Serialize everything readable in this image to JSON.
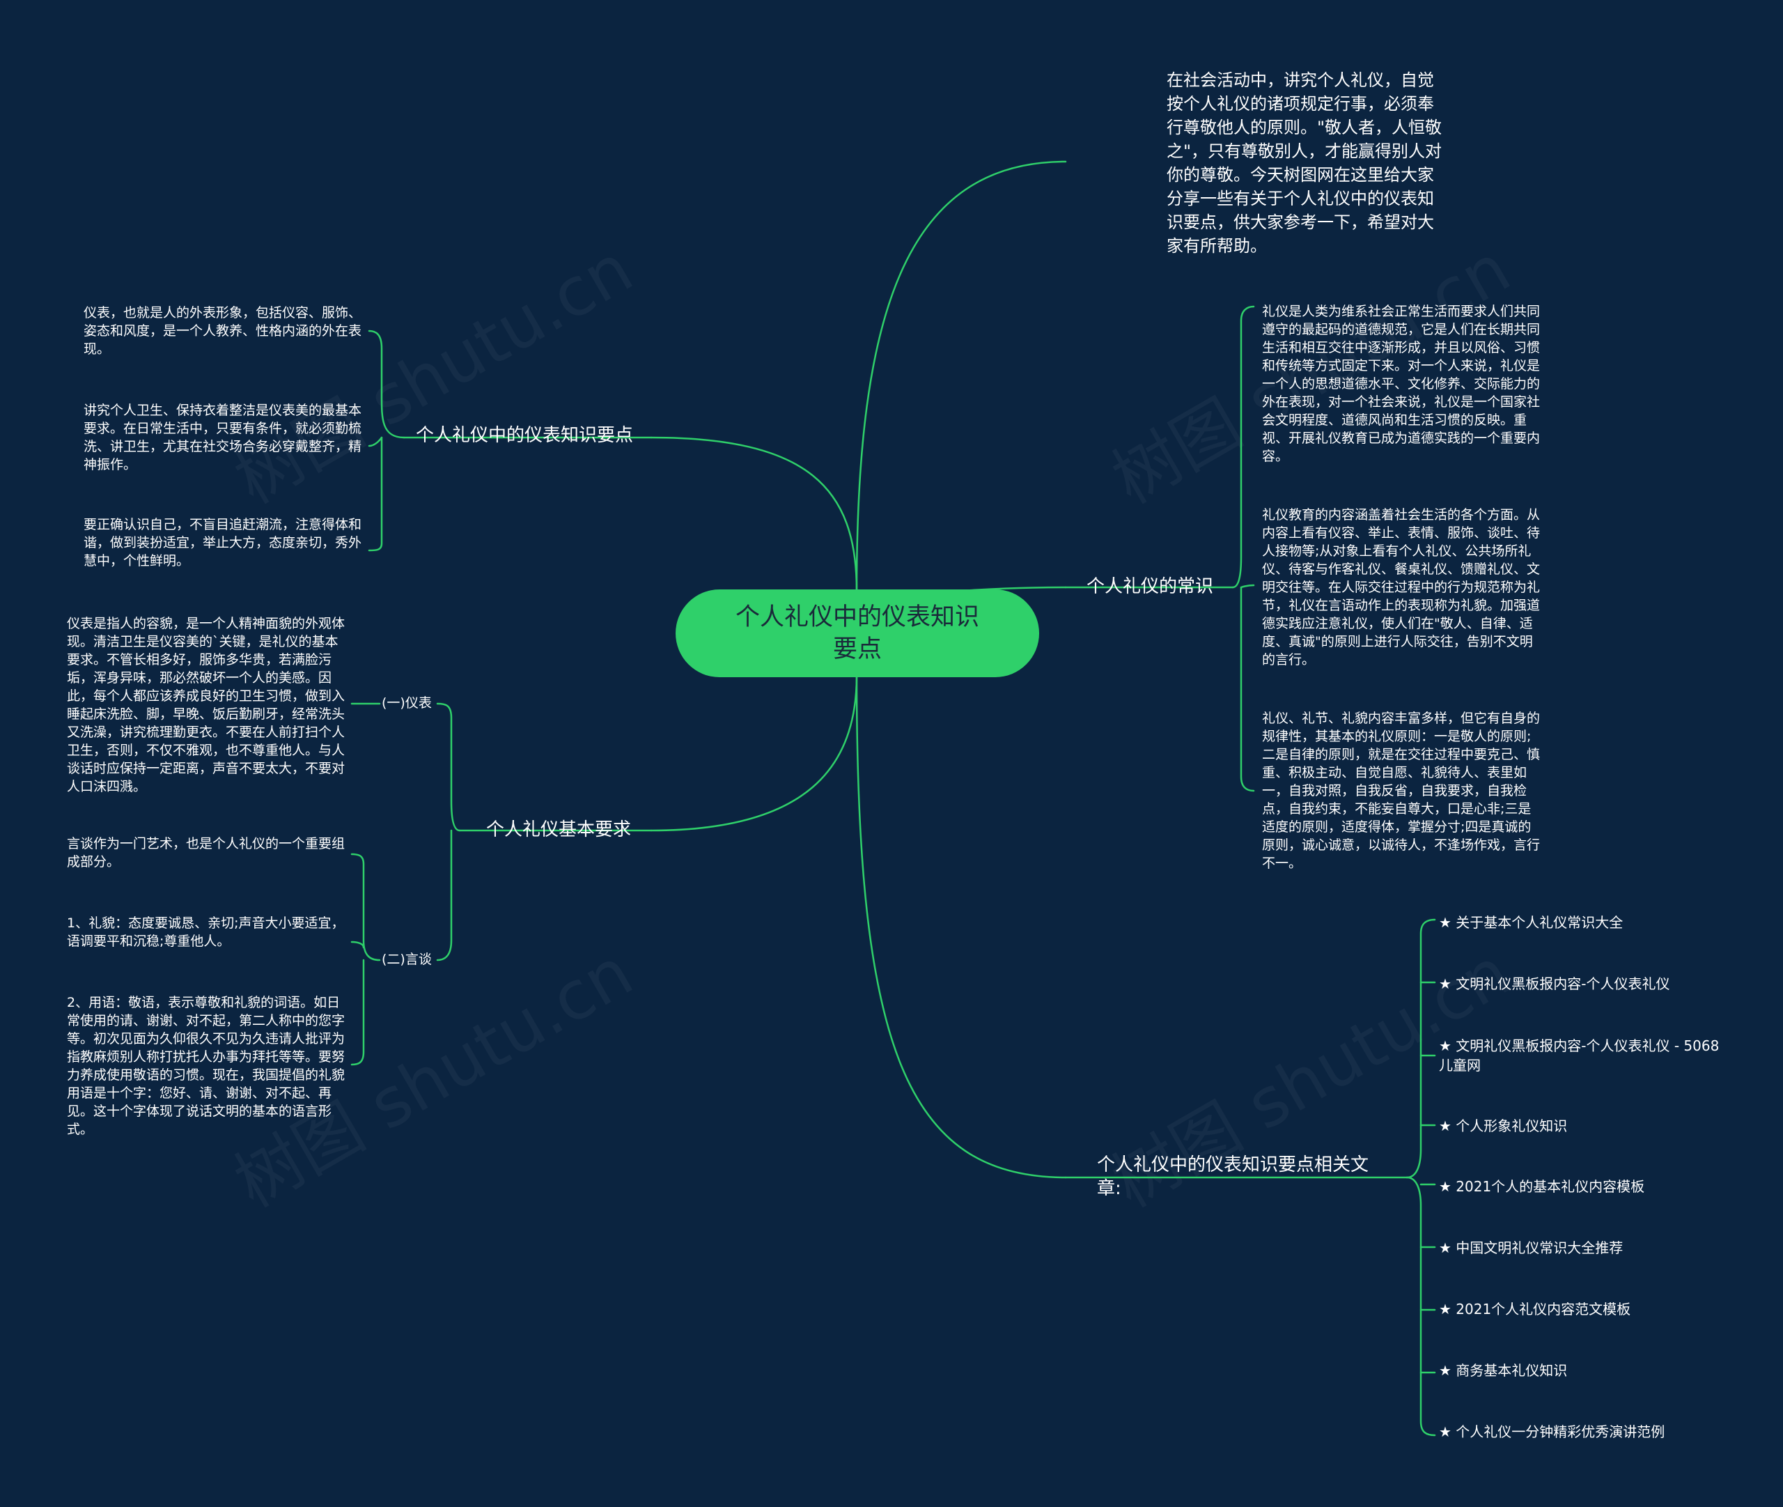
{
  "root": {
    "title": "个人礼仪中的仪表知识要点"
  },
  "intro": {
    "text": "在社会活动中，讲究个人礼仪，自觉按个人礼仪的诸项规定行事，必须奉行尊敬他人的原则。\"敬人者，人恒敬之\"，只有尊敬别人，才能赢得别人对你的尊敬。今天树图网在这里给大家分享一些有关于个人礼仪中的仪表知识要点，供大家参考一下，希望对大家有所帮助。"
  },
  "appearance": {
    "label": "个人礼仪中的仪表知识要点",
    "items": [
      "仪表，也就是人的外表形象，包括仪容、服饰、姿态和风度，是一个人教养、性格内涵的外在表现。",
      "讲究个人卫生、保持衣着整洁是仪表美的最基本要求。在日常生活中，只要有条件，就必须勤梳洗、讲卫生，尤其在社交场合务必穿戴整齐，精神振作。",
      "要正确认识自己，不盲目追赶潮流，注意得体和谐，做到装扮适宜，举止大方，态度亲切，秀外慧中，个性鲜明。"
    ]
  },
  "basic": {
    "label": "个人礼仪基本要求",
    "yibiao": {
      "label": "(一)仪表",
      "text": "仪表是指人的容貌，是一个人精神面貌的外观体现。清洁卫生是仪容美的`关键，是礼仪的基本要求。不管长相多好，服饰多华贵，若满脸污垢，浑身异味，那必然破坏一个人的美感。因此，每个人都应该养成良好的卫生习惯，做到入睡起床洗脸、脚，早晚、饭后勤刷牙，经常洗头又洗澡，讲究梳理勤更衣。不要在人前打扫个人卫生，否则，不仅不雅观，也不尊重他人。与人谈话时应保持一定距离，声音不要太大，不要对人口沫四溅。"
    },
    "yantan": {
      "label": "(二)言谈",
      "items": [
        "言谈作为一门艺术，也是个人礼仪的一个重要组成部分。",
        "1、礼貌：态度要诚恳、亲切;声音大小要适宜，语调要平和沉稳;尊重他人。",
        "2、用语：敬语，表示尊敬和礼貌的词语。如日常使用的请、谢谢、对不起，第二人称中的您字等。初次见面为久仰很久不见为久违请人批评为指教麻烦别人称打扰托人办事为拜托等等。要努力养成使用敬语的习惯。现在，我国提倡的礼貌用语是十个字：您好、请、谢谢、对不起、再见。这十个字体现了说话文明的基本的语言形式。"
      ]
    }
  },
  "common": {
    "label": "个人礼仪的常识",
    "items": [
      "礼仪是人类为维系社会正常生活而要求人们共同遵守的最起码的道德规范，它是人们在长期共同生活和相互交往中逐渐形成，并且以风俗、习惯和传统等方式固定下来。对一个人来说，礼仪是一个人的思想道德水平、文化修养、交际能力的外在表现，对一个社会来说，礼仪是一个国家社会文明程度、道德风尚和生活习惯的反映。重视、开展礼仪教育已成为道德实践的一个重要内容。",
      "礼仪教育的内容涵盖着社会生活的各个方面。从内容上看有仪容、举止、表情、服饰、谈吐、待人接物等;从对象上看有个人礼仪、公共场所礼仪、待客与作客礼仪、餐桌礼仪、馈赠礼仪、文明交往等。在人际交往过程中的行为规范称为礼节，礼仪在言语动作上的表现称为礼貌。加强道德实践应注意礼仪，使人们在\"敬人、自律、适度、真诚\"的原则上进行人际交往，告别不文明的言行。",
      "礼仪、礼节、礼貌内容丰富多样，但它有自身的规律性，其基本的礼仪原则：一是敬人的原则;二是自律的原则，就是在交往过程中要克己、慎重、积极主动、自觉自愿、礼貌待人、表里如一，自我对照，自我反省，自我要求，自我检点，自我约束，不能妄自尊大，口是心非;三是适度的原则，适度得体，掌握分寸;四是真诚的原则，诚心诚意，以诚待人，不逢场作戏，言行不一。"
    ]
  },
  "related": {
    "label": "个人礼仪中的仪表知识要点相关文章:",
    "items": [
      "★ 关于基本个人礼仪常识大全",
      "★ 文明礼仪黑板报内容-个人仪表礼仪",
      "★ 文明礼仪黑板报内容-个人仪表礼仪 - 5068儿童网",
      "★ 个人形象礼仪知识",
      "★ 2021个人的基本礼仪内容模板",
      "★ 中国文明礼仪常识大全推荐",
      "★ 2021个人礼仪内容范文模板",
      "★ 商务基本礼仪知识",
      "★ 个人礼仪一分钟精彩优秀演讲范例"
    ]
  },
  "watermark": "树图 shutu.cn",
  "colors": {
    "background": "#0b2440",
    "line": "#2fd06a",
    "root": "#2fd06a"
  }
}
